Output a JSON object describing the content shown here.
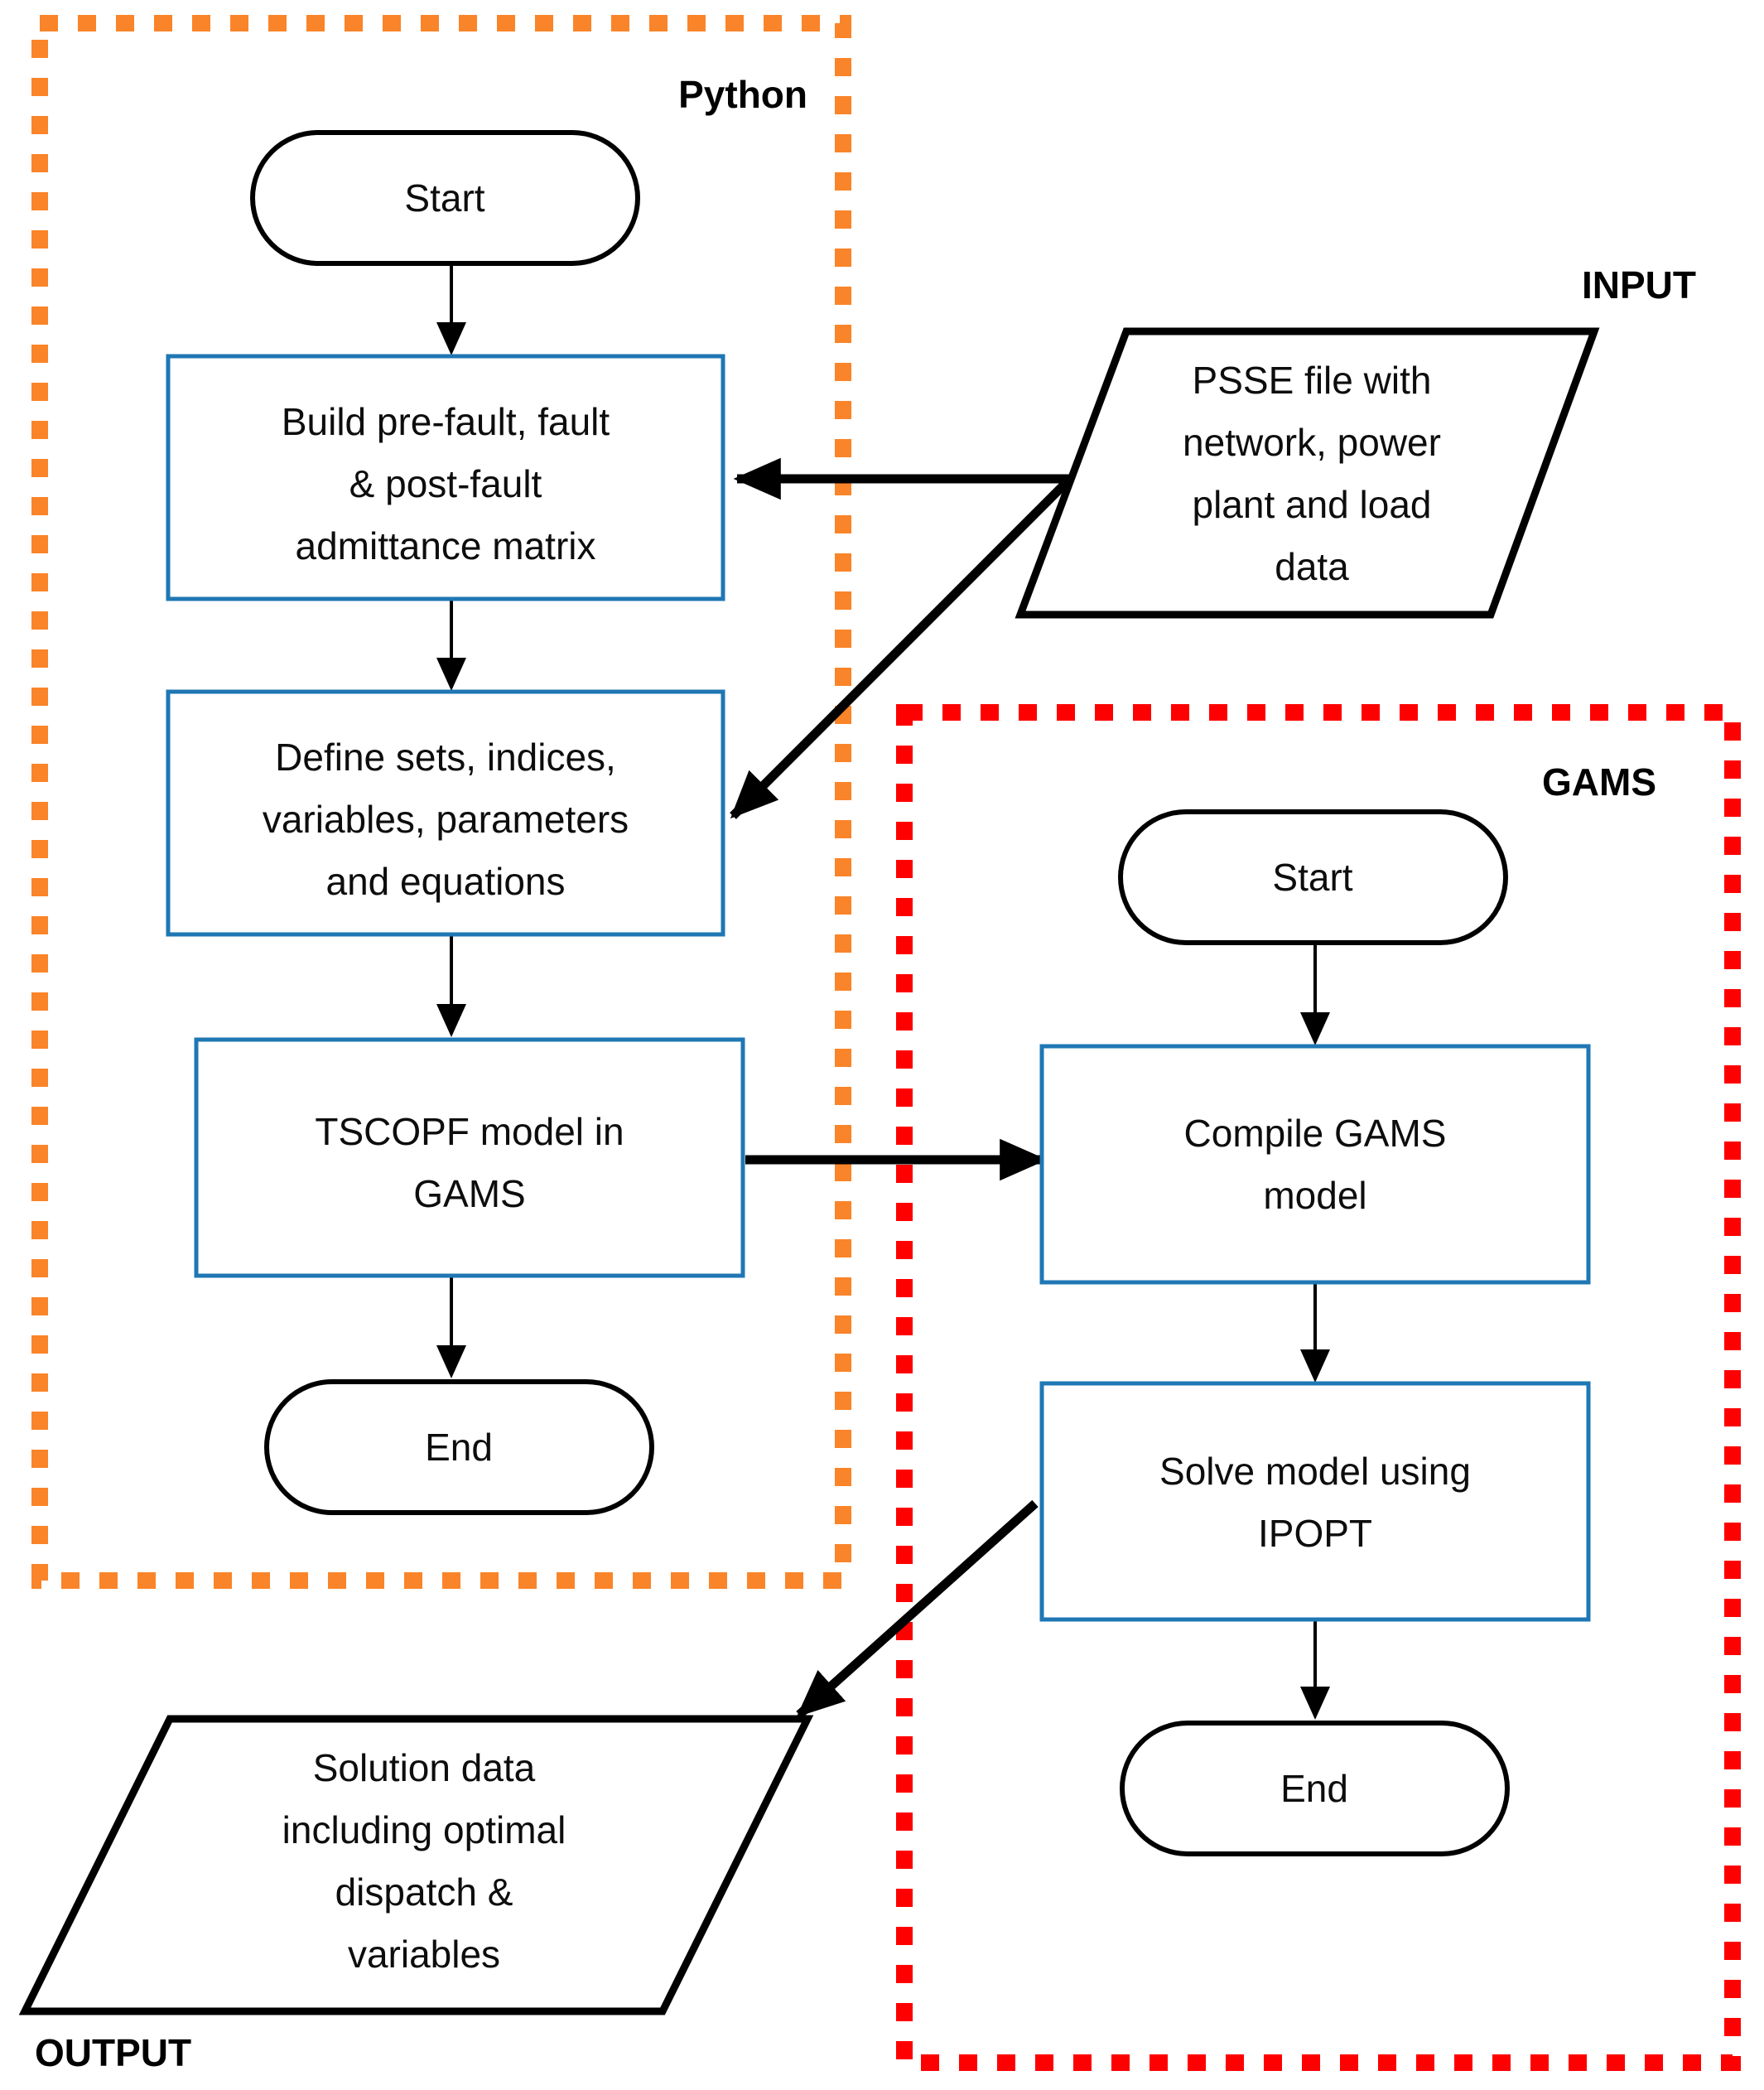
{
  "diagram": {
    "title": "TSCOPF Python-GAMS workflow flowchart",
    "colors": {
      "python_group_border": "#fa8429",
      "gams_group_border": "#fe0000",
      "process_box_border": "#1f77b4",
      "terminal_border": "#000000",
      "io_border": "#000000",
      "text": "#0d0d0d",
      "background": "#ffffff"
    },
    "groups": [
      {
        "id": "python",
        "label": "Python",
        "border_color": "#fa8429",
        "border_style": "dashed"
      },
      {
        "id": "gams",
        "label": "GAMS",
        "border_color": "#fe0000",
        "border_style": "dashed"
      }
    ],
    "standalone_labels": [
      {
        "id": "input",
        "label": "INPUT"
      },
      {
        "id": "output",
        "label": "OUTPUT"
      }
    ],
    "nodes": {
      "python_start": {
        "label": "Start",
        "shape": "terminal"
      },
      "build_admittance": {
        "shape": "process",
        "lines": [
          "Build pre-fault, fault",
          "& post-fault",
          "admittance matrix"
        ]
      },
      "define_sets": {
        "shape": "process",
        "lines": [
          "Define sets, indices,",
          "variables, parameters",
          "and equations"
        ]
      },
      "tscopf_model": {
        "shape": "process",
        "lines": [
          "TSCOPF model in",
          "GAMS"
        ]
      },
      "python_end": {
        "label": "End",
        "shape": "terminal"
      },
      "input_file": {
        "shape": "parallelogram",
        "lines": [
          "PSSE file with",
          "network, power",
          "plant and load",
          "data"
        ]
      },
      "gams_start": {
        "label": "Start",
        "shape": "terminal"
      },
      "compile_model": {
        "shape": "process",
        "lines": [
          "Compile GAMS",
          "model"
        ]
      },
      "solve_model": {
        "shape": "process",
        "lines": [
          "Solve model using",
          "IPOPT"
        ]
      },
      "gams_end": {
        "label": "End",
        "shape": "terminal"
      },
      "output_file": {
        "shape": "parallelogram",
        "lines": [
          "Solution data",
          "including optimal",
          "dispatch &",
          "variables"
        ]
      }
    },
    "edges": [
      {
        "from": "python_start",
        "to": "build_admittance",
        "weight": "thin"
      },
      {
        "from": "build_admittance",
        "to": "define_sets",
        "weight": "thin"
      },
      {
        "from": "define_sets",
        "to": "tscopf_model",
        "weight": "thin"
      },
      {
        "from": "tscopf_model",
        "to": "python_end",
        "weight": "thin"
      },
      {
        "from": "input_file",
        "to": "build_admittance",
        "weight": "thick"
      },
      {
        "from": "input_file",
        "to": "define_sets",
        "weight": "thick"
      },
      {
        "from": "tscopf_model",
        "to": "compile_model",
        "weight": "thick"
      },
      {
        "from": "gams_start",
        "to": "compile_model",
        "weight": "thin"
      },
      {
        "from": "compile_model",
        "to": "solve_model",
        "weight": "thin"
      },
      {
        "from": "solve_model",
        "to": "gams_end",
        "weight": "thin"
      },
      {
        "from": "solve_model",
        "to": "output_file",
        "weight": "thick"
      }
    ]
  }
}
